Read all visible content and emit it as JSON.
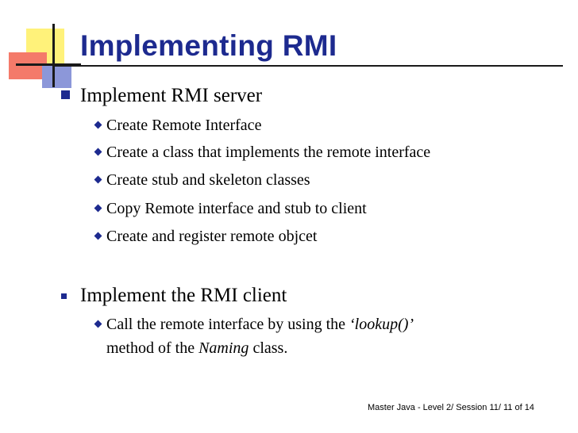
{
  "slide": {
    "title": "Implementing RMI",
    "sections": [
      {
        "heading": "Implement RMI server",
        "items": [
          "Create Remote Interface",
          "Create a class that implements the remote interface",
          "Create stub and skeleton classes",
          "Copy Remote interface and stub to client",
          "Create and register remote objcet"
        ]
      },
      {
        "heading": "Implement the RMI client",
        "detail": {
          "line1_prefix": "Call the remote interface by using the ",
          "line1_italic": "‘lookup()’",
          "line2_prefix": "method of the ",
          "line2_italic": "Naming",
          "line2_suffix": " class."
        }
      }
    ],
    "footer": "Master Java - Level 2/ Session 11/ 11 of 14"
  },
  "colors": {
    "title": "#1d2a8f",
    "bullet": "#1d2a8f",
    "deco_yellow": "#fff27a",
    "deco_red": "#f47a6a",
    "deco_blue": "#8c97d9"
  }
}
